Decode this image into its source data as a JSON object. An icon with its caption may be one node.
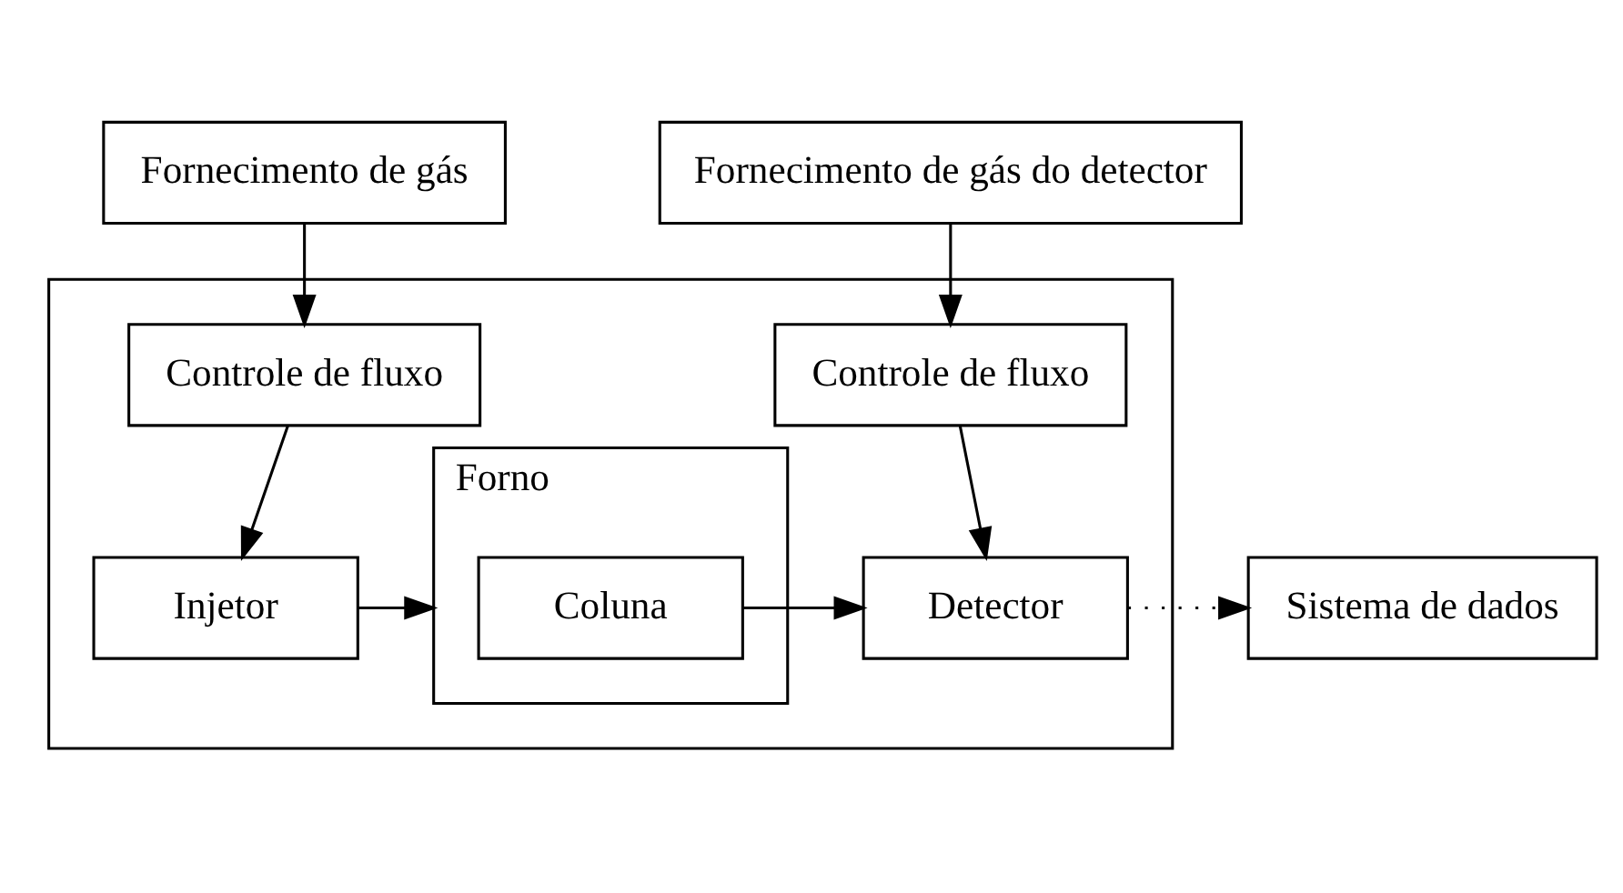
{
  "diagram": {
    "nodes": [
      {
        "text": [
          "Fornecimento de gás"
        ]
      },
      {
        "text": [
          "Fornecimento de gás do detector"
        ]
      },
      {
        "text": [],
        "shape": "box"
      },
      {
        "text": [
          "Controle de fluxo"
        ],
        "in": 2
      },
      {
        "text": [
          "Controle de fluxo"
        ],
        "in": 2
      },
      {
        "text": [
          "Forno"
        ],
        "in": 2
      },
      {
        "text": [
          "Injetor"
        ],
        "in": 2
      },
      {
        "text": [
          "Coluna"
        ],
        "in": 5
      },
      {
        "text": [
          "Detector"
        ],
        "in": 2
      },
      {
        "text": [
          "Sistema de dados"
        ]
      }
    ],
    "edges": [
      {
        "from": 0,
        "to": 3,
        "arrow": "to"
      },
      {
        "from": 1,
        "to": 4,
        "arrow": "to"
      },
      {
        "from": 3,
        "to": 6,
        "arrow": "to"
      },
      {
        "from": 4,
        "to": 8,
        "arrow": "to"
      },
      {
        "from": 6,
        "to": 5,
        "arrow": "to"
      },
      {
        "from": 7,
        "to": 8,
        "arrow": "to"
      },
      {
        "from": 8,
        "to": 9,
        "arrow": "to",
        "style": "dashed"
      }
    ]
  }
}
